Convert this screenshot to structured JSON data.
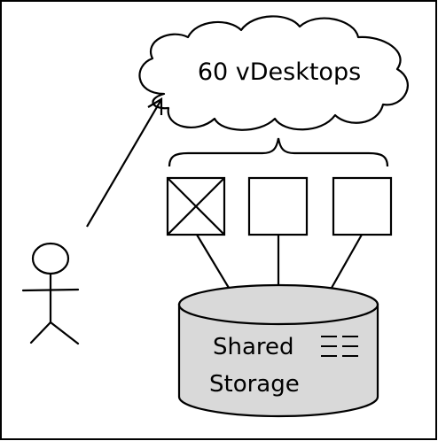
{
  "cloud": {
    "label": "60 vDesktops"
  },
  "storage": {
    "line1": "Shared",
    "line2": "Storage",
    "fill_color": "#d9d9d9",
    "icon": "stacked-disks-icon"
  },
  "desktops": [
    {
      "state": "failed",
      "icon": "x-mark-icon"
    },
    {
      "state": "active"
    },
    {
      "state": "active"
    }
  ],
  "user": {
    "icon": "stick-figure-user-icon"
  }
}
